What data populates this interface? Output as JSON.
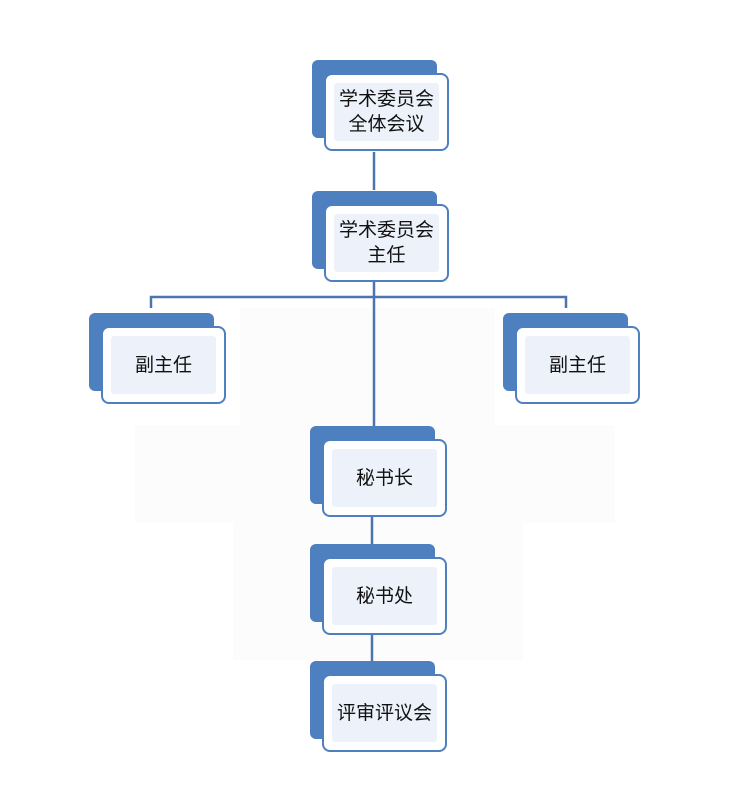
{
  "diagram": {
    "type": "org-chart",
    "line_color": "#4a75ad",
    "box_fill": "#4e7fbf",
    "box_inner": "#edf2fa",
    "nodes": [
      {
        "id": "assembly",
        "label": "学术委员会\n全体会议"
      },
      {
        "id": "director",
        "label": "学术委员会\n主任"
      },
      {
        "id": "deputy_left",
        "label": "副主任"
      },
      {
        "id": "deputy_right",
        "label": "副主任"
      },
      {
        "id": "secretary_general",
        "label": "秘书长"
      },
      {
        "id": "secretariat",
        "label": "秘书处"
      },
      {
        "id": "review_committee",
        "label": "评审评议会"
      }
    ],
    "edges": [
      [
        "assembly",
        "director"
      ],
      [
        "director",
        "deputy_left"
      ],
      [
        "director",
        "deputy_right"
      ],
      [
        "director",
        "secretary_general"
      ],
      [
        "secretary_general",
        "secretariat"
      ],
      [
        "secretariat",
        "review_committee"
      ]
    ]
  }
}
